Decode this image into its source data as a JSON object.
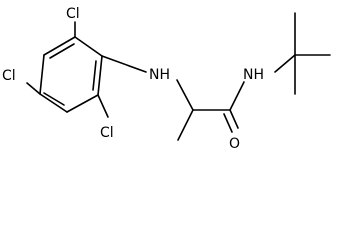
{
  "molecule": {
    "atoms": {
      "cl_top": "Cl",
      "cl_left": "Cl",
      "cl_bottom": "Cl",
      "nh_amine": "NH",
      "nh_amide": "NH",
      "o_carbonyl": "O"
    }
  }
}
